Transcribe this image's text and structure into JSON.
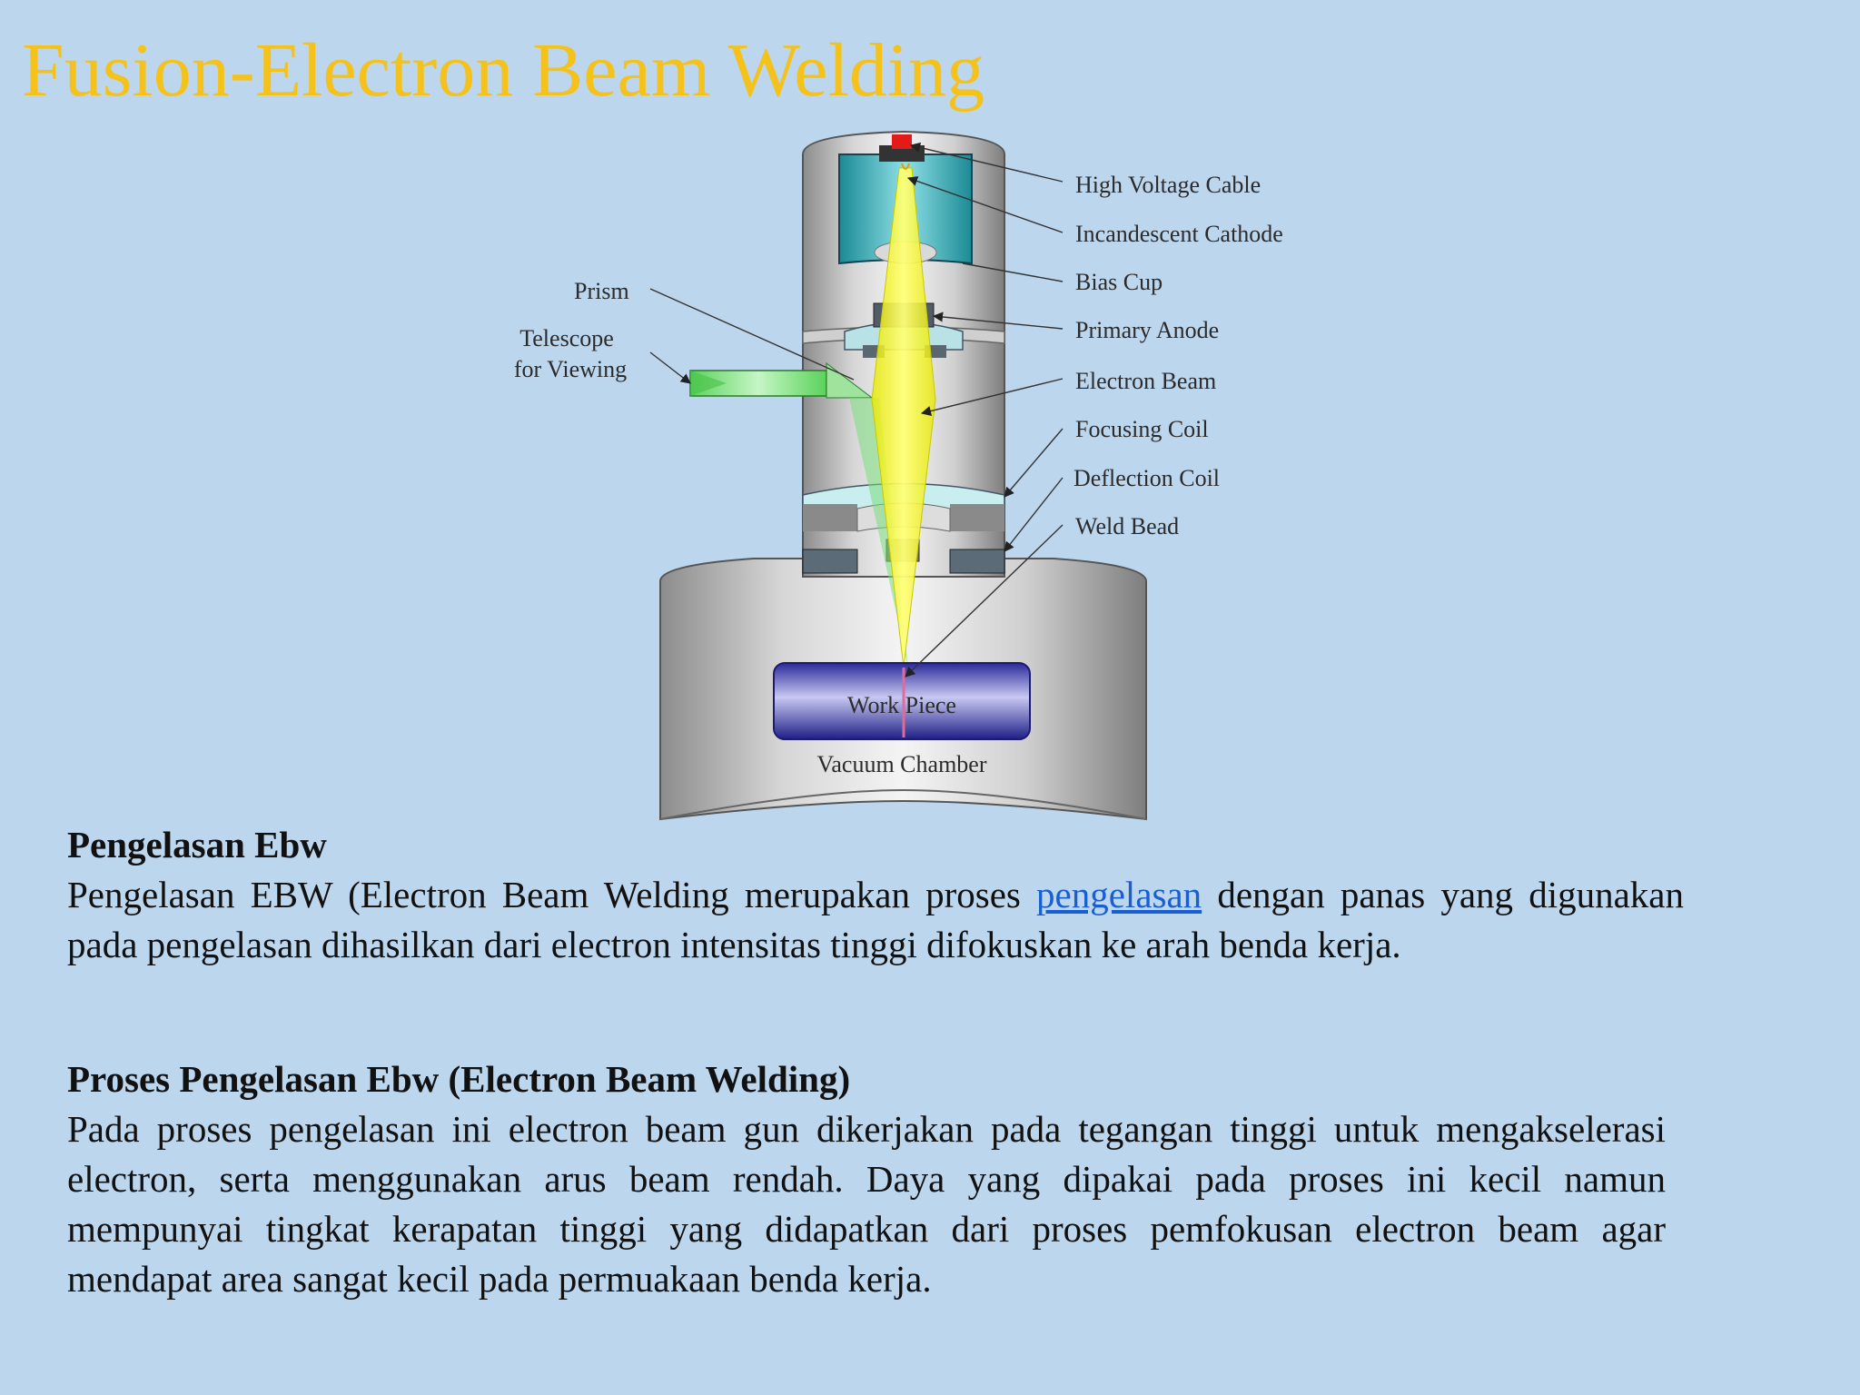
{
  "title": "Fusion-Electron Beam Welding",
  "diagram": {
    "labels": {
      "high_voltage_cable": "High Voltage Cable",
      "incandescent_cathode": "Incandescent Cathode",
      "bias_cup": "Bias Cup",
      "primary_anode": "Primary Anode",
      "electron_beam": "Electron Beam",
      "focusing_coil": "Focusing Coil",
      "deflection_coil": "Deflection Coil",
      "weld_bead": "Weld Bead",
      "prism": "Prism",
      "telescope_line1": "Telescope",
      "telescope_line2": "for Viewing",
      "work_piece": "Work Piece",
      "vacuum_chamber": "Vacuum Chamber"
    }
  },
  "section1": {
    "heading": "Pengelasan Ebw",
    "text_before": "Pengelasan EBW (Electron Beam Welding merupakan proses ",
    "link": "pengelasan",
    "text_after": " dengan panas yang digunakan pada pengelasan dihasilkan dari electron intensitas tinggi difokuskan ke arah benda kerja."
  },
  "section2": {
    "heading": "Proses Pengelasan Ebw (Electron Beam Welding)",
    "body": "Pada proses pengelasan ini electron beam gun dikerjakan pada tegangan tinggi untuk mengakselerasi electron, serta menggunakan arus beam rendah. Daya yang dipakai pada proses ini kecil namun mempunyai tingkat kerapatan tinggi yang didapatkan dari proses pemfokusan electron beam agar mendapat area sangat kecil pada permuakaan benda kerja."
  }
}
